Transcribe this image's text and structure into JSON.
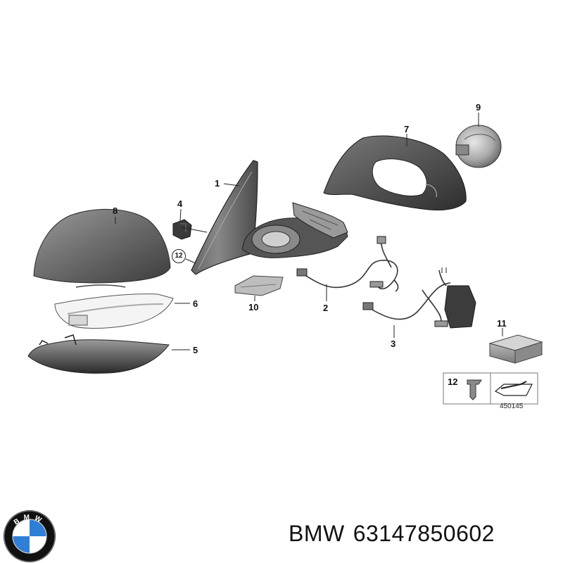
{
  "diagram": {
    "callouts": [
      "1",
      "2",
      "3",
      "4",
      "5",
      "6",
      "7",
      "8",
      "9",
      "10",
      "11",
      "12",
      "12"
    ],
    "reference_number": "450145"
  },
  "footer": {
    "brand": "BMW",
    "part_number": "63147850602"
  },
  "logo": {
    "letters": [
      "B",
      "M",
      "W"
    ],
    "colors": {
      "blue": "#2f7fd6",
      "white": "#ffffff",
      "ring": "#111111"
    }
  }
}
